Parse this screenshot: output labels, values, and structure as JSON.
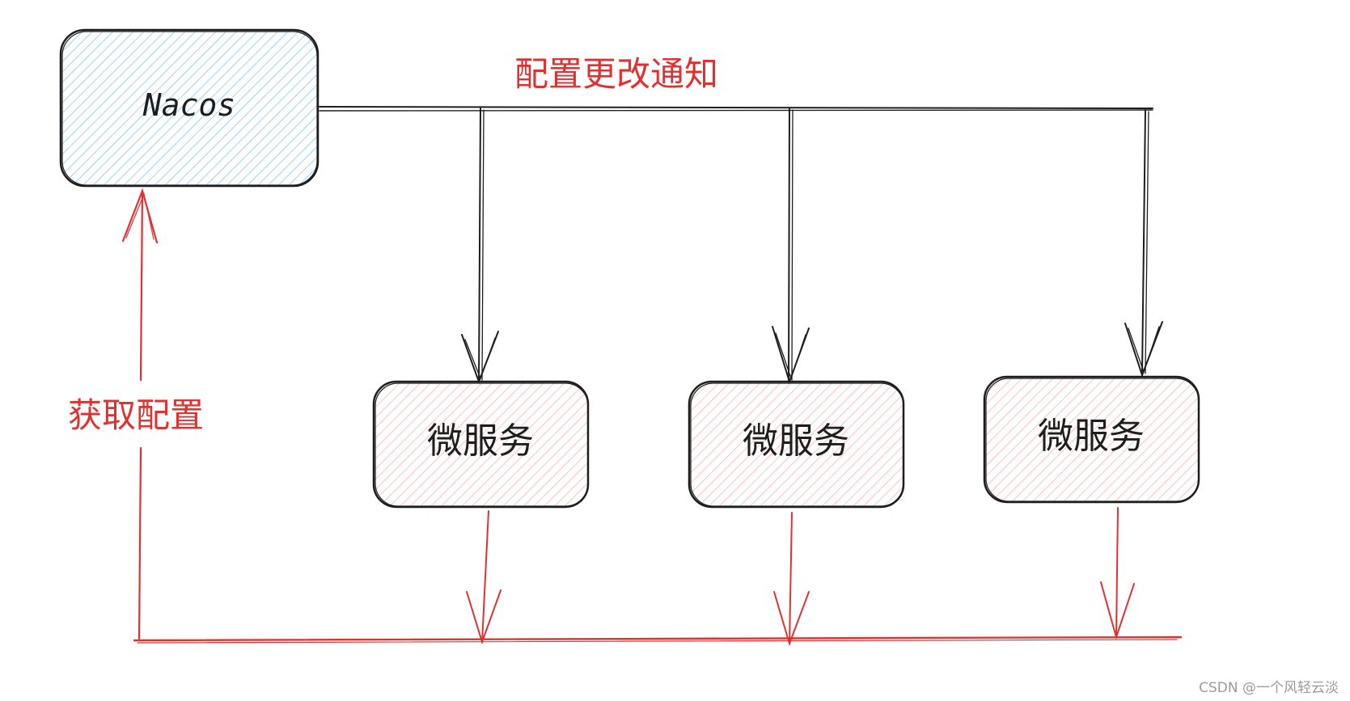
{
  "nodes": {
    "nacos": {
      "label": "Nacos"
    },
    "services": [
      {
        "label": "微服务"
      },
      {
        "label": "微服务"
      },
      {
        "label": "微服务"
      }
    ]
  },
  "labels": {
    "notify": "配置更改通知",
    "fetch": "获取配置"
  },
  "watermark": "CSDN @一个风轻云淡",
  "colors": {
    "nacos_fill": "#a5d8ff",
    "service_fill": "#ffc9c9",
    "black_line": "#1e1e1e",
    "red_line": "#e03131"
  }
}
